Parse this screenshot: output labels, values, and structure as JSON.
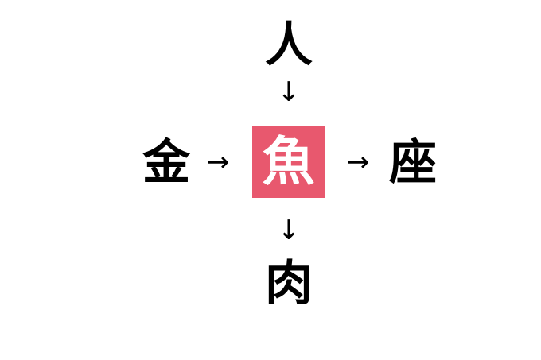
{
  "puzzle": {
    "top": "人",
    "left": "金",
    "center": "魚",
    "right": "座",
    "bottom": "肉",
    "arrow_down": "↓",
    "arrow_right": "→"
  },
  "colors": {
    "center_box": "#e8586e",
    "center_text": "#ffffff",
    "text": "#000000",
    "background": "#ffffff"
  }
}
